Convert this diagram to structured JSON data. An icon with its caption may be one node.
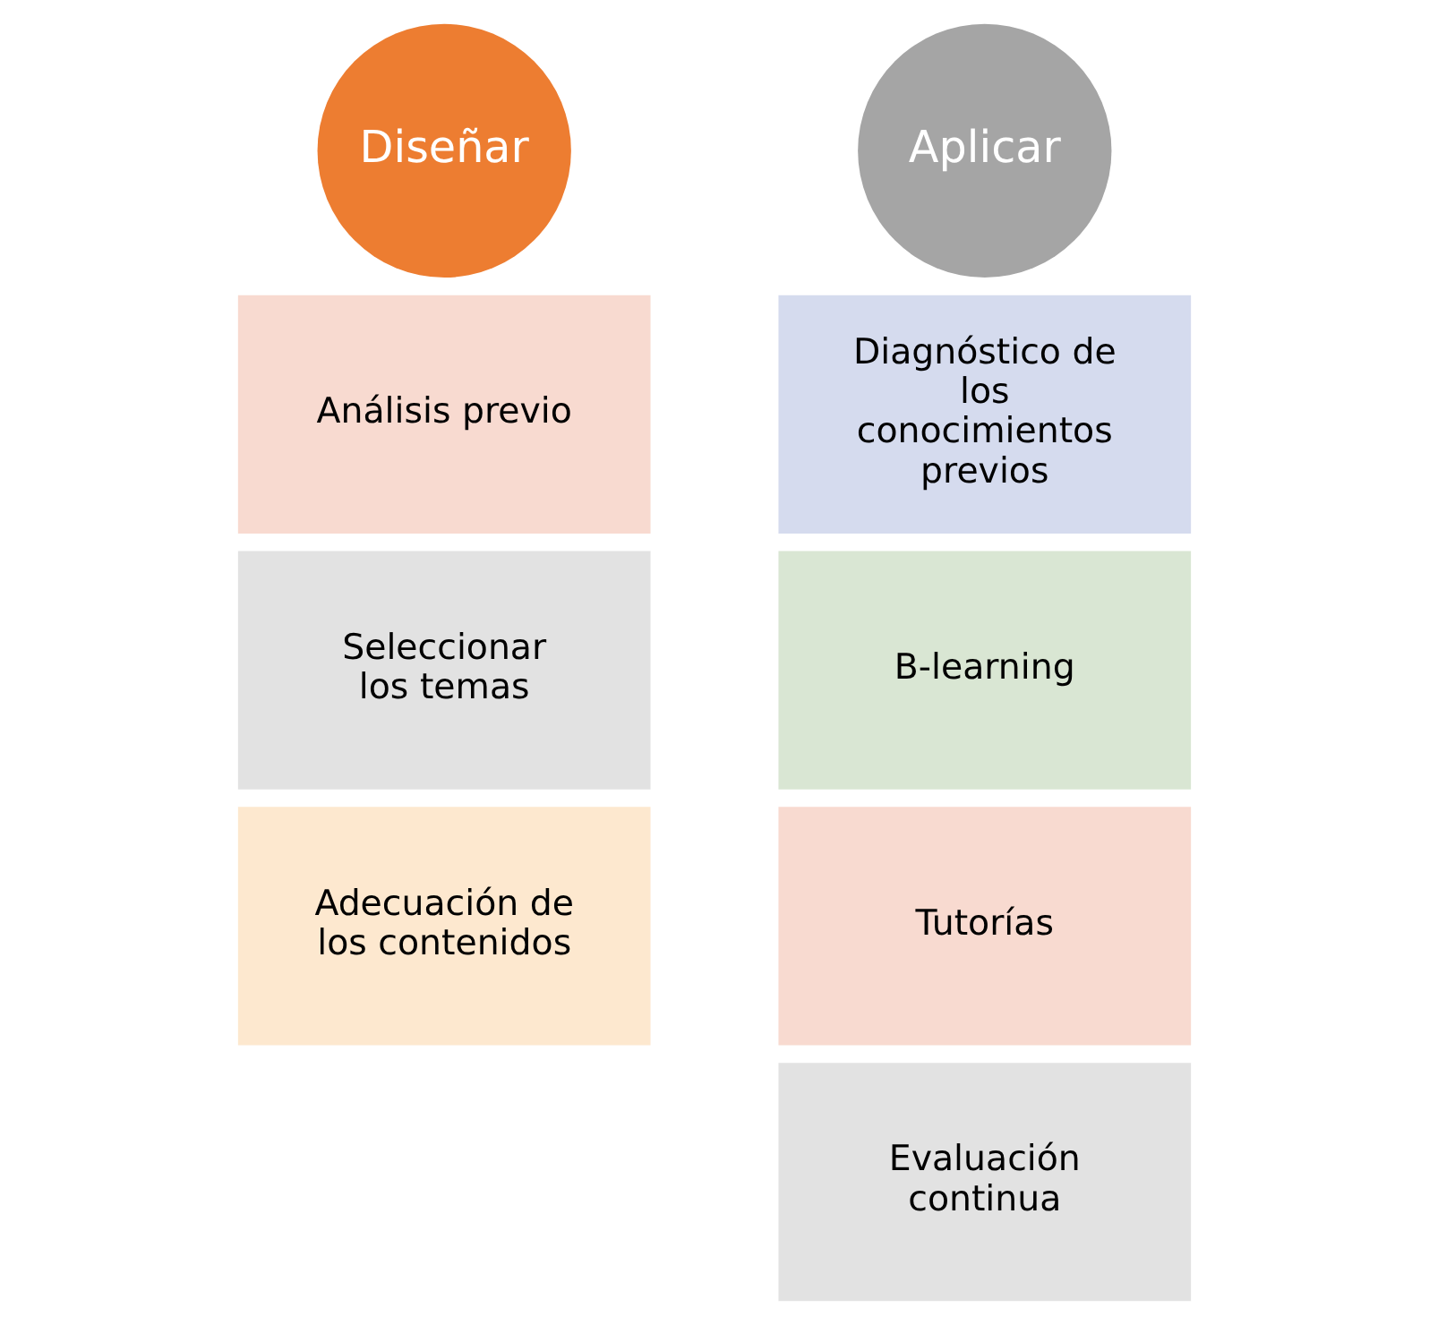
{
  "diagram": {
    "nodes": [
      {
        "text": [
          "Diseñar"
        ]
      },
      {
        "text": [
          "Análisis previo"
        ]
      },
      {
        "text": [
          "Seleccionar los temas"
        ]
      },
      {
        "text": [
          "Adecuación de los contenidos"
        ]
      },
      {
        "text": [
          "Aplicar"
        ]
      },
      {
        "text": [
          "Diagnóstico de los conocimientos previos"
        ]
      },
      {
        "text": [
          "B-learning"
        ]
      },
      {
        "text": [
          "Tutorías"
        ]
      },
      {
        "text": [
          "Evaluación continua"
        ]
      }
    ],
    "edges": []
  }
}
